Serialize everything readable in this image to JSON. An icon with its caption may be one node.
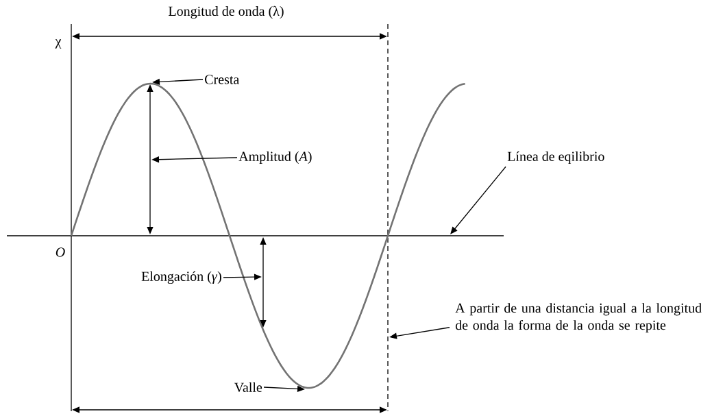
{
  "diagram": {
    "nodes": [
      {
        "text": [
          "Cresta"
        ]
      },
      {
        "text": [
          "Amplitud (*A*)"
        ]
      },
      {
        "text": [
          "Línea de eqilibrio"
        ]
      },
      {
        "text": [
          "Elongación (*γ*)"
        ]
      },
      {
        "text": [
          "Valle"
        ]
      },
      {
        "text": [
          "A partir de una distancia igual a la longitud de onda la forma de la onda se repite"
        ]
      }
    ],
    "edges": [
      {
        "from": 0,
        "to": null,
        "arrow": "to"
      },
      {
        "from": 1,
        "to": null,
        "arrow": "to"
      },
      {
        "from": 2,
        "to": null,
        "arrow": "to"
      },
      {
        "from": 3,
        "to": null,
        "arrow": "to"
      },
      {
        "from": 4,
        "to": null,
        "arrow": "to"
      },
      {
        "from": 5,
        "to": null,
        "arrow": "to"
      }
    ],
    "labels": [
      "Longitud de onda (λ)",
      "χ",
      "O"
    ]
  }
}
